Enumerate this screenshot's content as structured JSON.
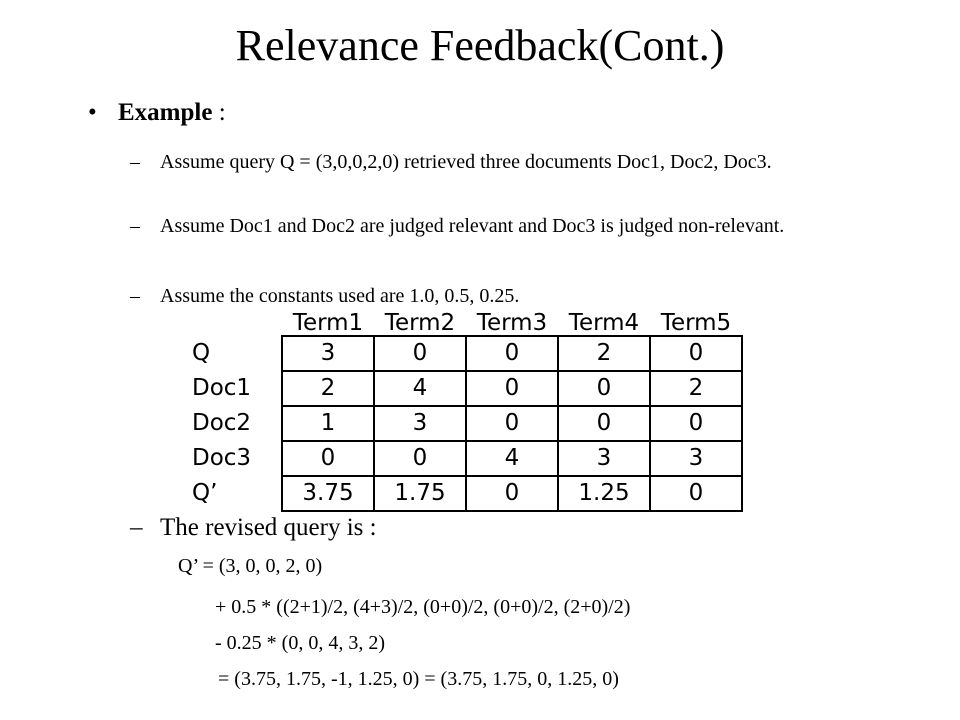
{
  "title": "Relevance Feedback(Cont.)",
  "bullet": {
    "label": "Example",
    "suffix": " :"
  },
  "dash": "–",
  "items": [
    "Assume query Q = (3,0,0,2,0) retrieved three documents Doc1, Doc2, Doc3.",
    "Assume Doc1 and Doc2 are judged relevant and Doc3 is judged non-relevant.",
    "Assume the constants used are 1.0, 0.5, 0.25.",
    "The revised query is :"
  ],
  "table": {
    "headers": [
      "Term1",
      "Term2",
      "Term3",
      "Term4",
      "Term5"
    ],
    "rows": [
      {
        "label": "Q",
        "values": [
          "3",
          "0",
          "0",
          "2",
          "0"
        ]
      },
      {
        "label": "Doc1",
        "values": [
          "2",
          "4",
          "0",
          "0",
          "2"
        ]
      },
      {
        "label": "Doc2",
        "values": [
          "1",
          "3",
          "0",
          "0",
          "0"
        ]
      },
      {
        "label": "Doc3",
        "values": [
          "0",
          "0",
          "4",
          "3",
          "3"
        ]
      },
      {
        "label": "Q’",
        "values": [
          "3.75",
          "1.75",
          "0",
          "1.25",
          "0"
        ]
      }
    ]
  },
  "calculation": [
    "Q’ = (3, 0, 0, 2, 0)",
    "+ 0.5 * ((2+1)/2, (4+3)/2, (0+0)/2, (0+0)/2, (2+0)/2)",
    "- 0.25 * (0, 0, 4, 3, 2)",
    "= (3.75, 1.75, -1, 1.25, 0) = (3.75, 1.75, 0, 1.25, 0)"
  ]
}
